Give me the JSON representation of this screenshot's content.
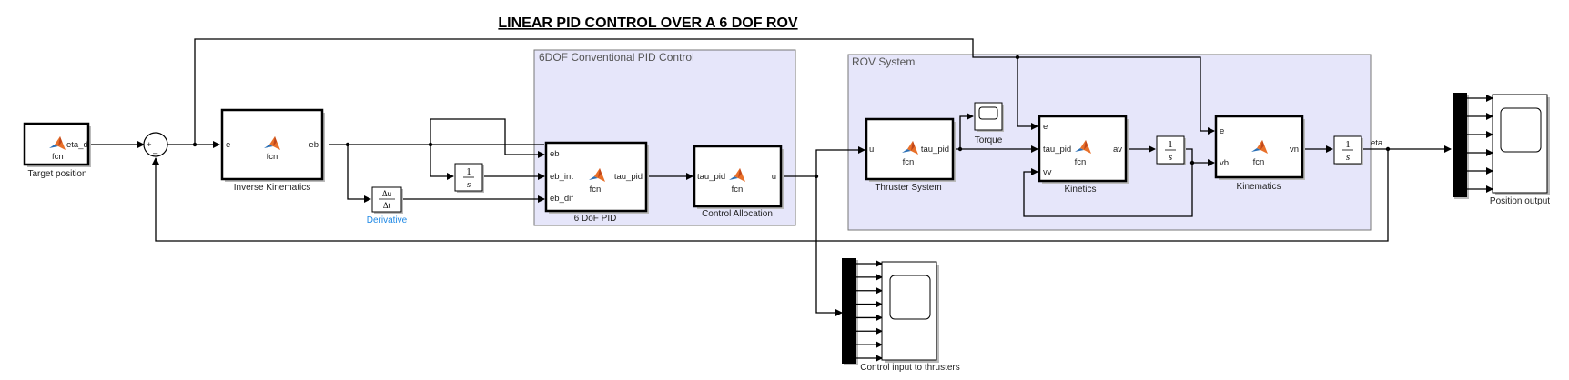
{
  "title": "LINEAR PID CONTROL OVER A 6 DOF ROV",
  "areas": {
    "pid_area": "6DOF Conventional PID Control",
    "rov_area": "ROV System"
  },
  "blocks": {
    "target": {
      "label": "Target position",
      "body": "fcn",
      "out": "eta_d"
    },
    "sum": {
      "plus": "+",
      "minus": "–"
    },
    "inverse_kinematics": {
      "label": "Inverse Kinematics",
      "body": "fcn",
      "in": "e",
      "out": "eb"
    },
    "integrator1": {
      "num": "1",
      "den": "s"
    },
    "derivative": {
      "label": "Derivative",
      "num": "Δu",
      "den": "Δt"
    },
    "pid": {
      "label": "6 DoF PID",
      "body": "fcn",
      "in1": "eb",
      "in2": "eb_int",
      "in3": "eb_dif",
      "out": "tau_pid"
    },
    "control_allocation": {
      "label": "Control Allocation",
      "body": "fcn",
      "in": "tau_pid",
      "out": "u"
    },
    "thruster": {
      "label": "Thruster System",
      "body": "fcn",
      "in": "u",
      "out": "tau_pid"
    },
    "torque": {
      "label": "Torque"
    },
    "kinetics": {
      "label": "Kinetics",
      "body": "fcn",
      "in1": "e",
      "in2": "tau_pid",
      "in3": "vv",
      "out": "av"
    },
    "integrator2": {
      "num": "1",
      "den": "s"
    },
    "kinematics": {
      "label": "Kinematics",
      "body": "fcn",
      "in1": "e",
      "in2": "vb",
      "out": "vn"
    },
    "integrator3": {
      "num": "1",
      "den": "s"
    },
    "eta_signal": "eta",
    "position_scope": {
      "label": "Position output",
      "inputs": 6
    },
    "thruster_scope": {
      "label": "Control input to thrusters",
      "inputs": 8
    }
  },
  "colors": {
    "subsystem_fill": "#e6e6fa",
    "derivative_label": "#1e88e5",
    "matlab_orange": "#e8702a",
    "matlab_blue": "#2a6fb5"
  }
}
